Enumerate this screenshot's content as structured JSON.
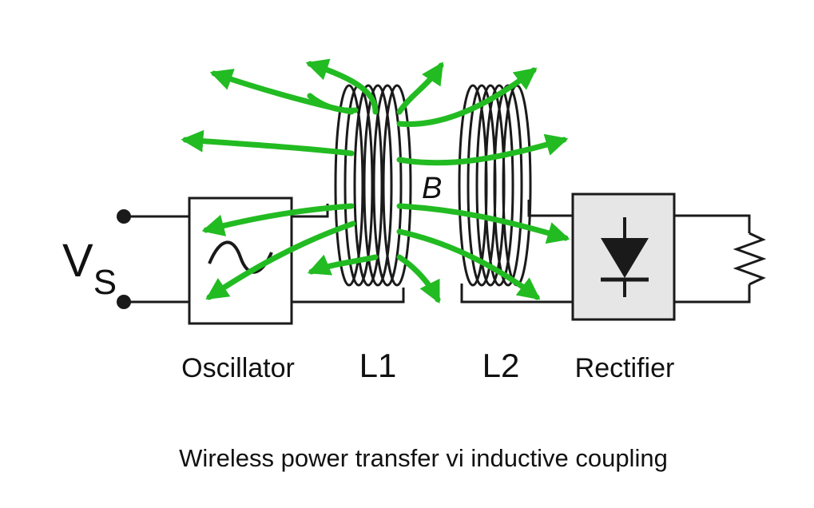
{
  "source_label": {
    "main": "V",
    "sub": "S"
  },
  "field_label": "B",
  "components": {
    "oscillator": "Oscillator",
    "coil1": "L1",
    "coil2": "L2",
    "rectifier": "Rectifier"
  },
  "caption": "Wireless power transfer vi inductive coupling",
  "colors": {
    "field_lines": "#22bb22",
    "wire": "#1a1a1a",
    "rectifier_fill": "#e6e6e6"
  }
}
